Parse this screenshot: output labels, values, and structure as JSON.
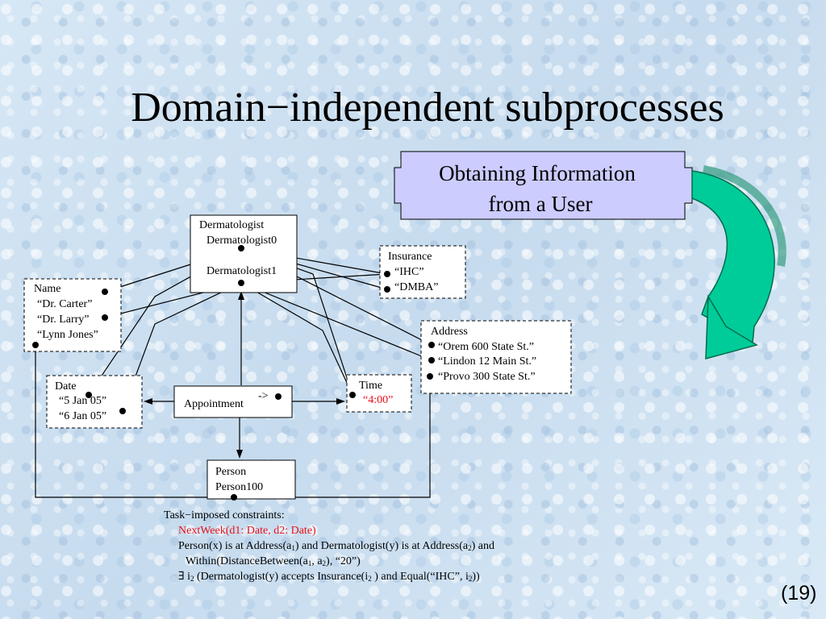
{
  "slide": {
    "title": "Domain−independent subprocesses",
    "number": "(19)"
  },
  "banner": {
    "line1": "Obtaining Information",
    "line2": "from a User",
    "fill": "#ccccff",
    "arrow_color": "#00cc99"
  },
  "diagram": {
    "dermatologist": {
      "title": "Dermatologist",
      "value1": "Dermatologist0",
      "value2": "Dermatologist1"
    },
    "insurance": {
      "title": "Insurance",
      "values": [
        "“IHC”",
        "“DMBA”"
      ]
    },
    "name": {
      "title": "Name",
      "values": [
        "“Dr. Carter”",
        "“Dr. Larry”",
        "“Lynn Jones”"
      ]
    },
    "address": {
      "title": "Address",
      "values": [
        "“Orem 600 State St.”",
        "“Lindon 12 Main St.”",
        "“Provo 300 State St.”"
      ]
    },
    "date": {
      "title": "Date",
      "values": [
        "“5 Jan 05”",
        "“6 Jan 05”"
      ]
    },
    "appointment": {
      "title": "Appointment",
      "arrow": "->"
    },
    "time": {
      "title": "Time",
      "value": "“4:00”"
    },
    "person": {
      "title": "Person",
      "value": "Person100"
    }
  },
  "constraints": {
    "heading": "Task−imposed constraints:",
    "line1": "NextWeek(d1: Date, d2: Date)",
    "line2_a": "Person(x) is at Address(a",
    "line2_sub1": "1",
    "line2_b": ") and Dermatologist(y) is at Address(a",
    "line2_sub2": "2",
    "line2_c": ") and",
    "line3_a": "Within(DistanceBetween(a",
    "line3_sub1": "1",
    "line3_b": ", a",
    "line3_sub2": "2",
    "line3_c": "), “20”)",
    "line4_a": "∃ i",
    "line4_sub1": "2",
    "line4_b": " (Dermatologist(y) accepts Insurance(i",
    "line4_sub2": "2",
    "line4_c": " ) and Equal(“IHC”, i",
    "line4_sub3": "2",
    "line4_d": "))"
  }
}
